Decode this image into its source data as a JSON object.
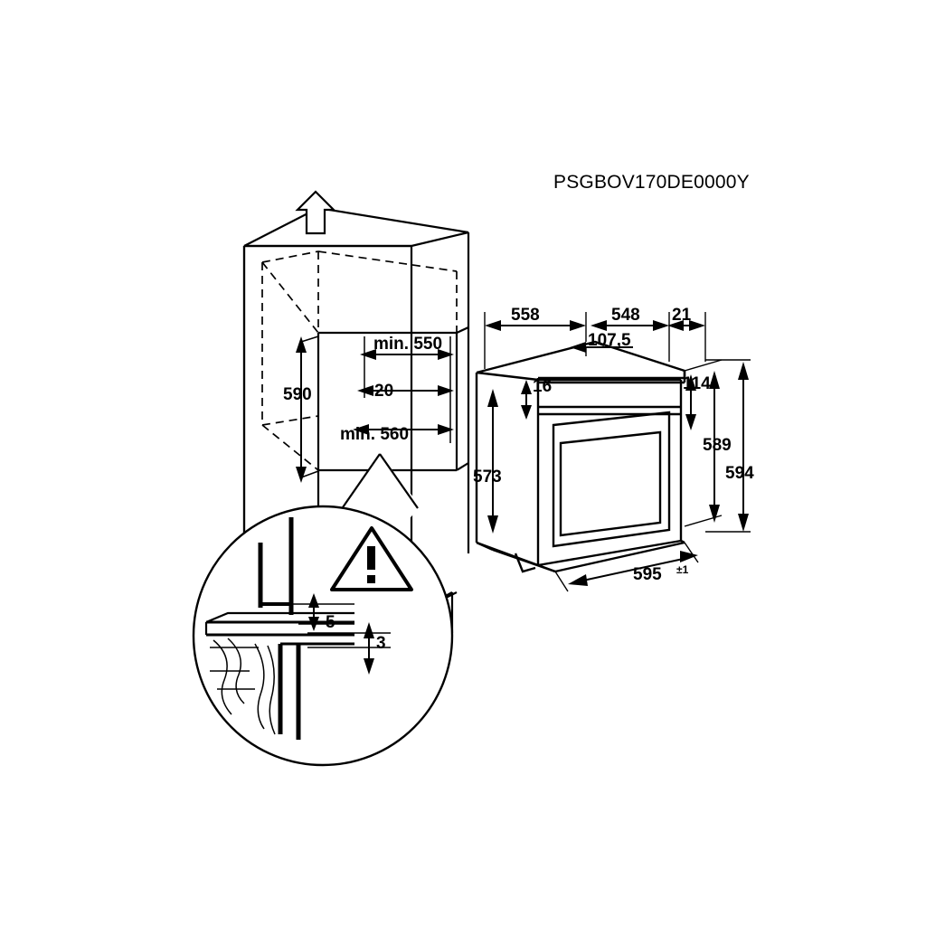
{
  "diagram": {
    "title_code": "PSGBOV170DE0000Y",
    "type": "technical-installation-drawing",
    "subject": "built-in oven niche installation dimensions",
    "units": "mm",
    "cabinet_niche": {
      "labels": [
        {
          "id": "niche-height",
          "text": "590"
        },
        {
          "id": "niche-depth-min",
          "text": "min. 550"
        },
        {
          "id": "niche-gap",
          "text": "20"
        },
        {
          "id": "niche-width-min",
          "text": "min. 560"
        }
      ]
    },
    "appliance": {
      "labels": [
        {
          "id": "front-width",
          "text": "558"
        },
        {
          "id": "body-width",
          "text": "548"
        },
        {
          "id": "side-offset",
          "text": "21"
        },
        {
          "id": "top-front-depth",
          "text": "107,5"
        },
        {
          "id": "top-inset",
          "text": "16"
        },
        {
          "id": "front-panel-top",
          "text": "114"
        },
        {
          "id": "body-height",
          "text": "573"
        },
        {
          "id": "front-height",
          "text": "589"
        },
        {
          "id": "overall-height",
          "text": "594"
        },
        {
          "id": "depth",
          "text": "595"
        },
        {
          "id": "depth-tolerance",
          "text": "±1"
        }
      ]
    },
    "detail_callout": {
      "warning_icon": "warning-triangle-icon",
      "labels": [
        {
          "id": "gap-upper",
          "text": "5"
        },
        {
          "id": "gap-lower",
          "text": "3"
        }
      ]
    },
    "airflow_arrow": "up-arrow-icon",
    "colors": {
      "line": "#000000",
      "background": "#ffffff",
      "glass": "#ffffff"
    }
  }
}
